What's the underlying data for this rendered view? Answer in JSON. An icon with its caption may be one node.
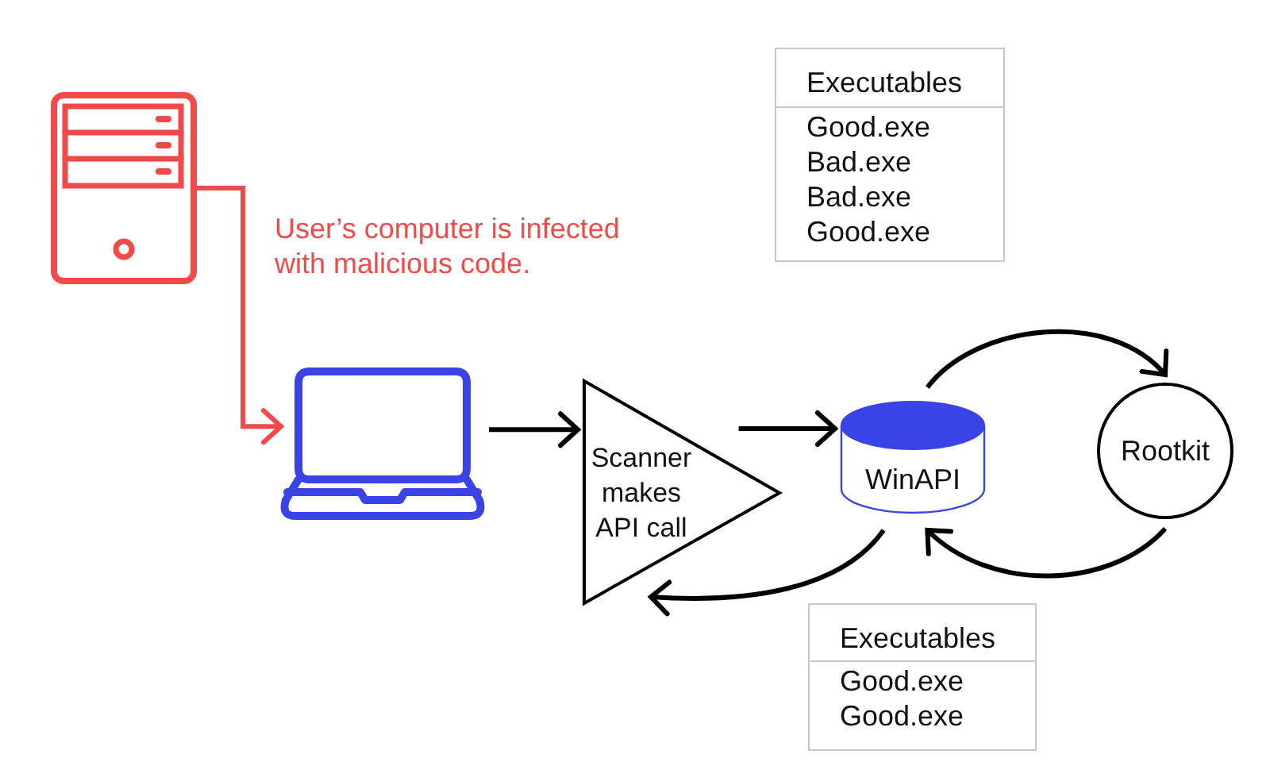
{
  "diagram": {
    "nodes": [
      {
        "text": [],
        "shape": "picture",
        "beside": [
          "User’s computer is infected with malicious code."
        ]
      },
      {
        "text": [],
        "shape": "picture"
      },
      {
        "text": [
          "Scanner makes API call"
        ]
      },
      {
        "text": [
          "WinAPI"
        ]
      },
      {
        "text": [
          "Rootkit"
        ]
      },
      {
        "text": [
          "Executables",
          "Good.exe",
          "Bad.exe",
          "Bad.exe",
          "Good.exe"
        ]
      },
      {
        "text": [
          "Executables",
          "Good.exe",
          "Good.exe"
        ]
      }
    ],
    "edges": [
      {
        "from": 0,
        "to": 1,
        "arrow": "to",
        "color": "#f24949"
      },
      {
        "from": 1,
        "to": 2,
        "arrow": "to"
      },
      {
        "from": 2,
        "to": 3,
        "arrow": "to"
      },
      {
        "from": 3,
        "to": 4,
        "arrow": "to"
      },
      {
        "from": 4,
        "to": 3,
        "arrow": "to"
      },
      {
        "from": 3,
        "to": 2,
        "arrow": "to"
      }
    ]
  }
}
